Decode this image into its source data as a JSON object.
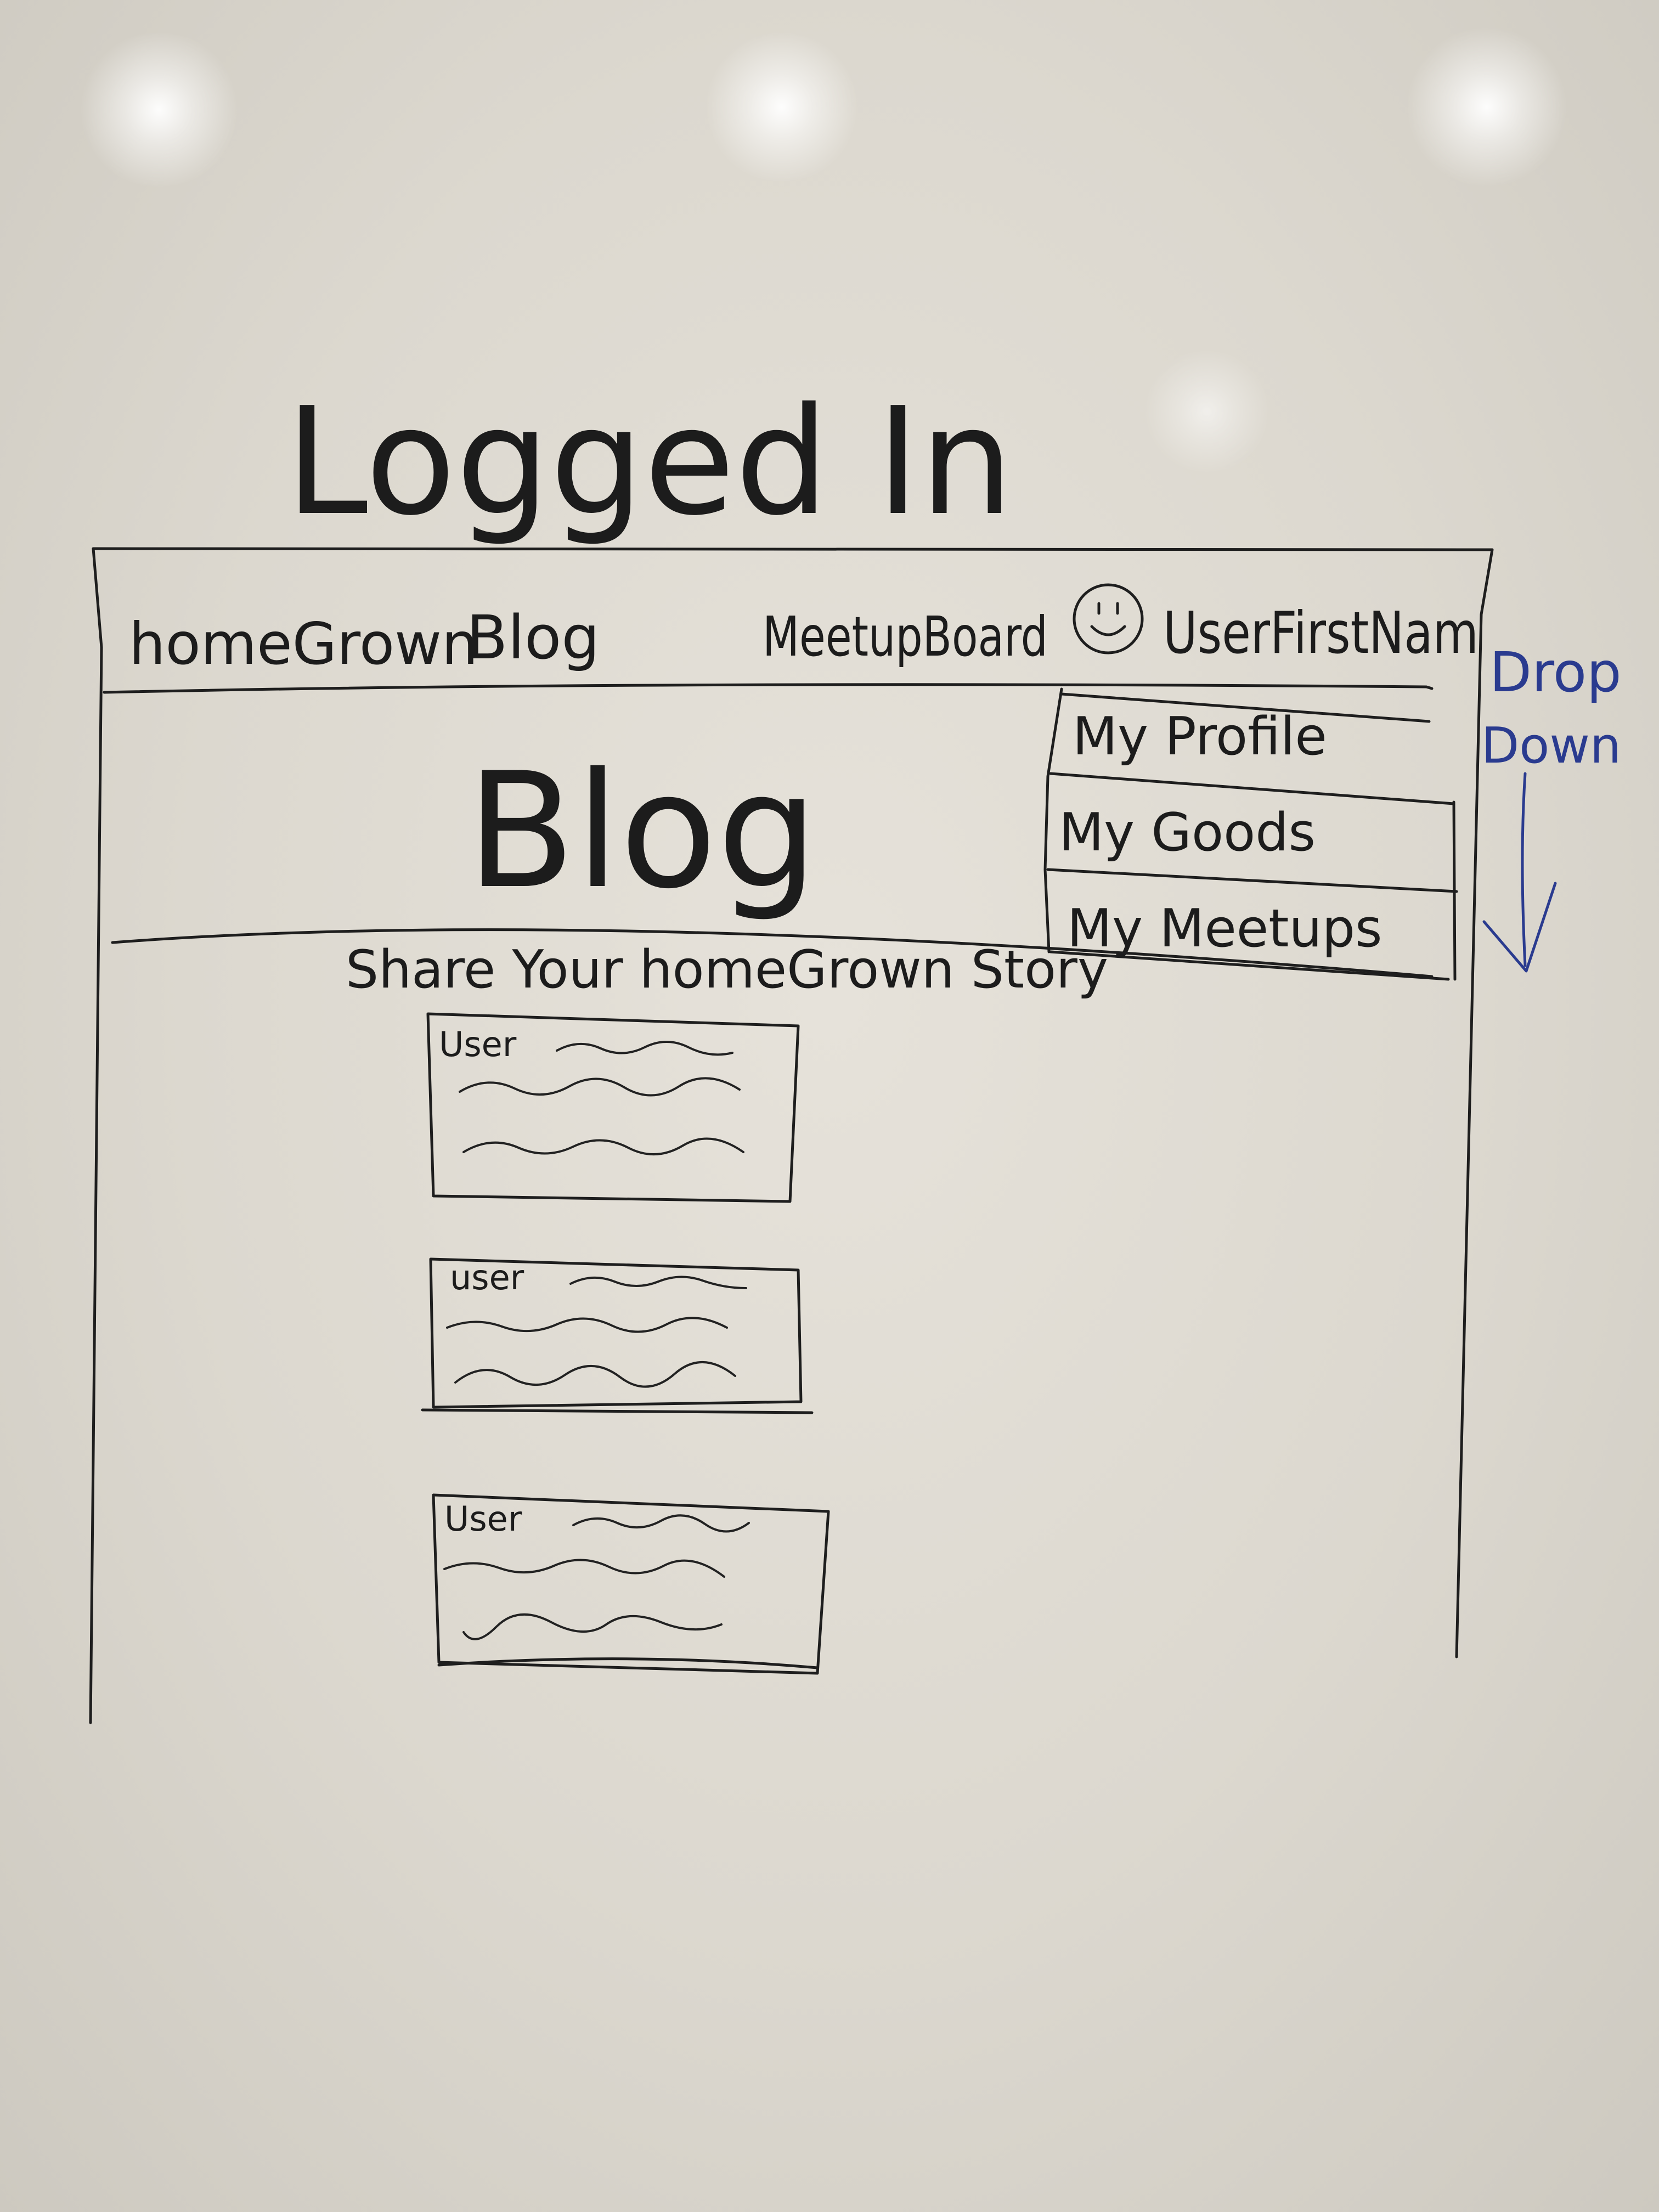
{
  "sketch": {
    "heading": "Logged In",
    "nav": {
      "logo": "homeGrown",
      "blog_link": "Blog",
      "meetup_link": "MeetupBoard",
      "user_name": "UserFirstNam",
      "avatar_icon": "smiley-face-icon"
    },
    "dropdown": {
      "items": [
        "My Profile",
        "My Goods",
        "My Meetups"
      ]
    },
    "annotation": {
      "line1": "Drop",
      "line2": "Down",
      "icon": "down-arrow-icon"
    },
    "hero_title": "Blog",
    "share_heading": "Share Your homeGrown Story",
    "posts": [
      {
        "author_label": "User"
      },
      {
        "author_label": "user"
      },
      {
        "author_label": "User"
      }
    ],
    "colors": {
      "ink": "#1e1e1e",
      "annotation": "#2a3b8f",
      "board": "#dcd8cf"
    }
  }
}
